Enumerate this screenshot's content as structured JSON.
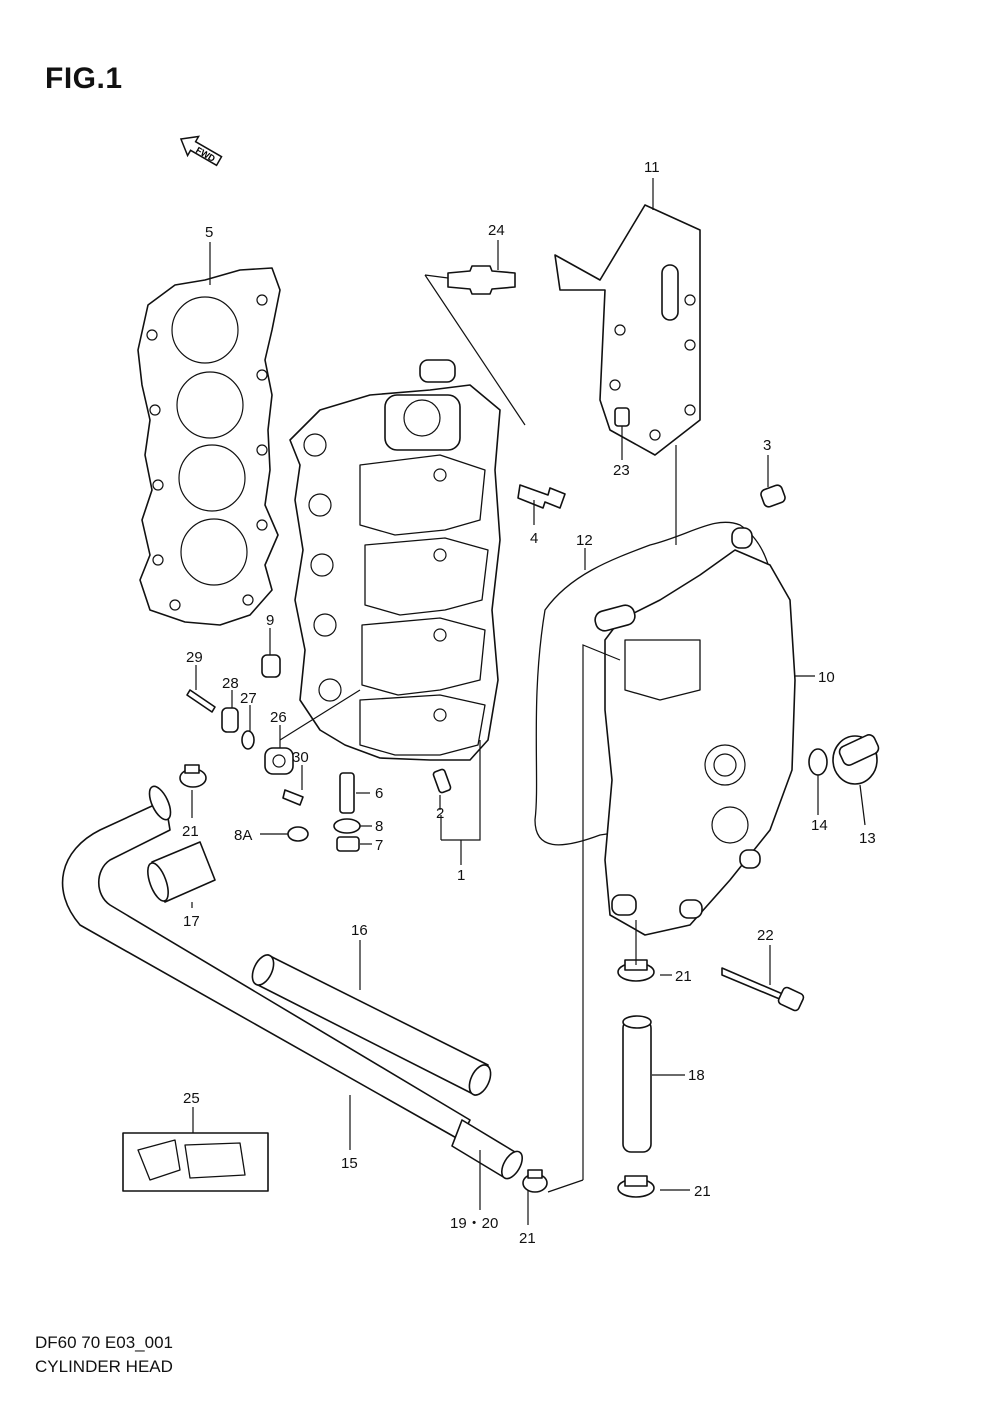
{
  "figure": {
    "title": "FIG.1",
    "fwd_label": "FWD",
    "code": "DF60 70 E03_001",
    "name": "CYLINDER HEAD"
  },
  "callouts": {
    "c1": "1",
    "c2": "2",
    "c3": "3",
    "c4": "4",
    "c5": "5",
    "c6": "6",
    "c7": "7",
    "c8": "8",
    "c8a": "8A",
    "c9": "9",
    "c10": "10",
    "c11": "11",
    "c12": "12",
    "c13": "13",
    "c14": "14",
    "c15": "15",
    "c16": "16",
    "c17": "17",
    "c18": "18",
    "c19_20": "19・20",
    "c21a": "21",
    "c21b": "21",
    "c21c": "21",
    "c21d": "21",
    "c22": "22",
    "c23": "23",
    "c24": "24",
    "c25": "25",
    "c26": "26",
    "c27": "27",
    "c28": "28",
    "c29": "29",
    "c30": "30"
  }
}
